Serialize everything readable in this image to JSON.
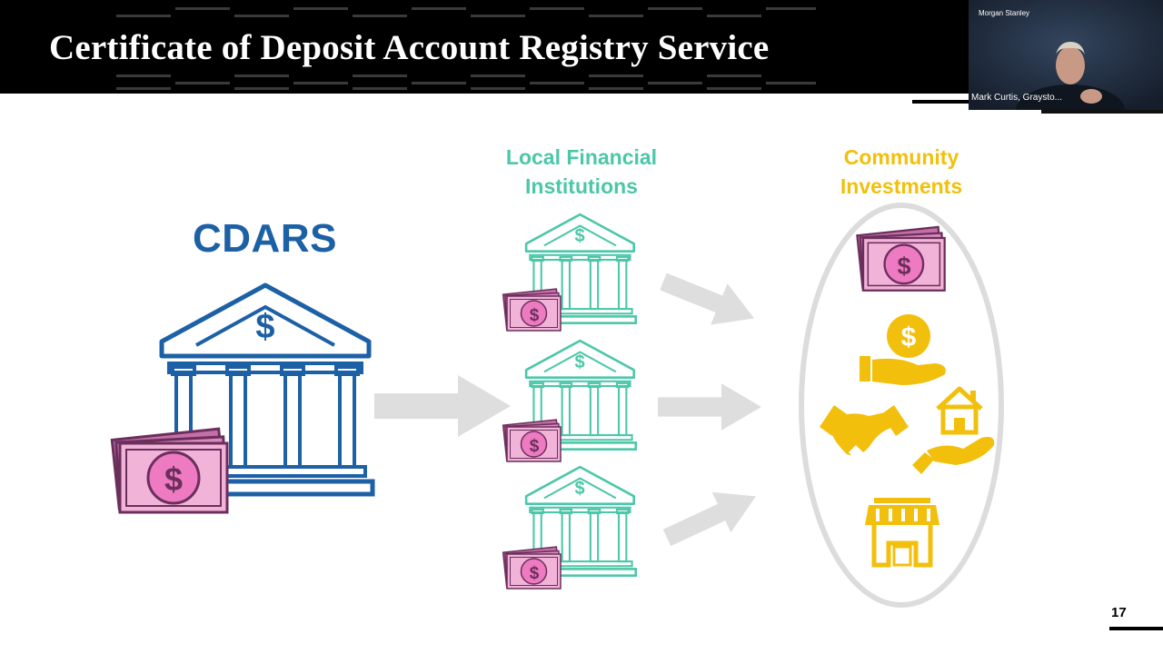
{
  "slide": {
    "title": "Certificate of Deposit Account Registry Service",
    "number": "17"
  },
  "video": {
    "organization": "Morgan Stanley",
    "participant": "Mark Curtis, Graysto..."
  },
  "diagram": {
    "cdars_label": "CDARS",
    "local_label_line1": "Local Financial",
    "local_label_line2": "Institutions",
    "community_label_line1": "Community",
    "community_label_line2": "Investments",
    "currency_symbol": "$"
  },
  "colors": {
    "cdars_blue": "#1c60a6",
    "local_teal": "#4cc7a9",
    "community_yellow": "#f2c00c",
    "bill_pink": "#d9519a",
    "arrow_gray": "#d8d8d8"
  },
  "icons": [
    "bank-icon",
    "dollar-bill-icon",
    "arrow-icon",
    "coin-in-hand-icon",
    "handshake-icon",
    "house-in-hand-icon",
    "storefront-icon"
  ]
}
